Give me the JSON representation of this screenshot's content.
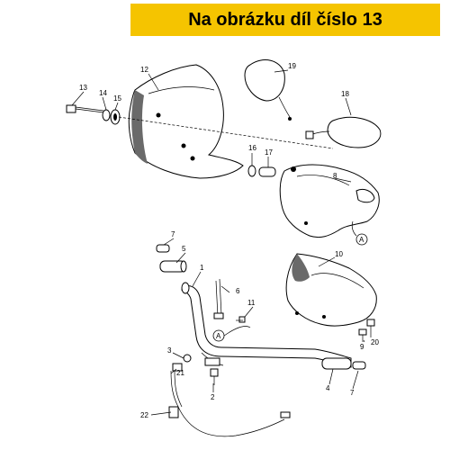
{
  "header": {
    "title": "Na obrázku díl číslo 13"
  },
  "diagram": {
    "callouts": [
      "1",
      "2",
      "3",
      "4",
      "5",
      "6",
      "7",
      "7",
      "8",
      "9",
      "10",
      "11",
      "12",
      "13",
      "14",
      "15",
      "16",
      "17",
      "18",
      "19",
      "20",
      "21",
      "22"
    ],
    "reference_marks": [
      "A",
      "A"
    ]
  },
  "colors": {
    "banner": "#f5c400",
    "ink": "#000000",
    "background": "#ffffff"
  }
}
